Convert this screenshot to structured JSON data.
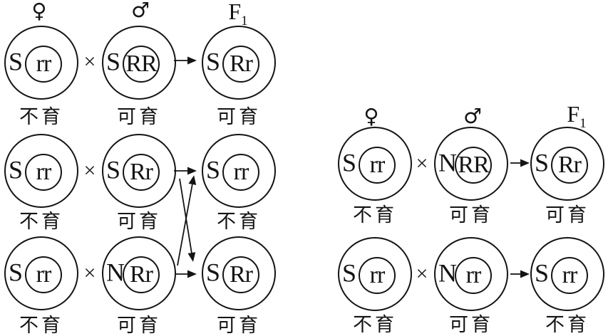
{
  "colors": {
    "ink": "#141414",
    "background": "#ffffff"
  },
  "symbols": {
    "female": "♀",
    "male": "♂",
    "f1_base": "F",
    "f1_subscript": "1",
    "cross": "×"
  },
  "left_panel": {
    "headers": {
      "female": "♀",
      "male": "♂"
    },
    "rows": [
      {
        "parent1": {
          "cytoplasm": "S",
          "genotype": "rr",
          "fertility": "不育"
        },
        "parent2": {
          "cytoplasm": "S",
          "genotype": "RR",
          "fertility": "可育"
        },
        "offspring": {
          "cytoplasm": "S",
          "genotype": "Rr",
          "fertility": "可育"
        }
      },
      {
        "parent1": {
          "cytoplasm": "S",
          "genotype": "rr",
          "fertility": "不育"
        },
        "parent2": {
          "cytoplasm": "S",
          "genotype": "Rr",
          "fertility": "可育"
        },
        "offspring": {
          "cytoplasm": "S",
          "genotype": "rr",
          "fertility": "不育"
        }
      },
      {
        "parent1": {
          "cytoplasm": "S",
          "genotype": "rr",
          "fertility": "不育"
        },
        "parent2": {
          "cytoplasm": "N",
          "genotype": "Rr",
          "fertility": "可育"
        },
        "offspring": {
          "cytoplasm": "S",
          "genotype": "Rr",
          "fertility": "可育"
        }
      }
    ]
  },
  "right_panel": {
    "headers": {
      "female": "♀",
      "male": "♂"
    },
    "rows": [
      {
        "parent1": {
          "cytoplasm": "S",
          "genotype": "rr",
          "fertility": "不育"
        },
        "parent2": {
          "cytoplasm": "N",
          "genotype": "RR",
          "fertility": "可育"
        },
        "offspring": {
          "cytoplasm": "S",
          "genotype": "Rr",
          "fertility": "可育"
        }
      },
      {
        "parent1": {
          "cytoplasm": "S",
          "genotype": "rr",
          "fertility": "不育"
        },
        "parent2": {
          "cytoplasm": "N",
          "genotype": "rr",
          "fertility": "可育"
        },
        "offspring": {
          "cytoplasm": "S",
          "genotype": "rr",
          "fertility": "不育"
        }
      }
    ]
  }
}
